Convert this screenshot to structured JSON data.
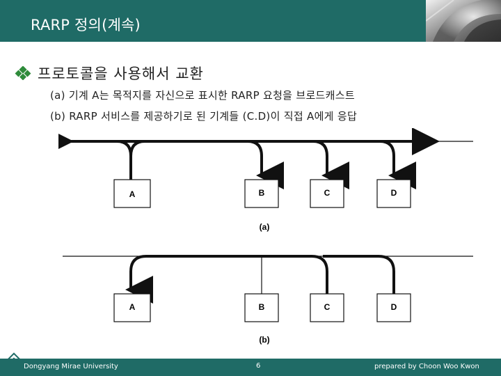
{
  "slide": {
    "title": "RARP 정의(계속)",
    "bullet": "프로토콜을 사용해서 교환",
    "line_a": "(a) 기계 A는 목적지를 자신으로 표시한 RARP 요청을 브로드캐스트",
    "line_b": "(b) RARP 서비스를 제공하기로 된 기계들 (C.D)이 직접 A에게 응답"
  },
  "figure": {
    "panel_a": {
      "caption": "(a)",
      "boxes": [
        "A",
        "B",
        "C",
        "D"
      ]
    },
    "panel_b": {
      "caption": "(b)",
      "boxes": [
        "A",
        "B",
        "C",
        "D"
      ]
    }
  },
  "footer": {
    "university": "Dongyang Mirae University",
    "page": "6",
    "author": "prepared by Choon Woo Kwon"
  },
  "colors": {
    "header": "#1f6b66",
    "bullet": "#2e8b3a",
    "ink": "#111111"
  }
}
